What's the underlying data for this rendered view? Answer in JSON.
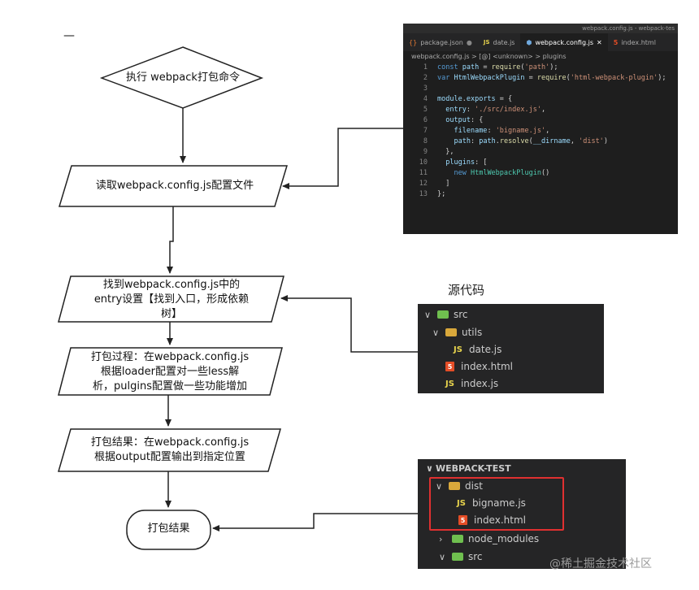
{
  "flow": {
    "start": "执行 webpack打包命令",
    "step1": "读取webpack.config.js配置文件",
    "step2_line1": "找到webpack.config.js中的",
    "step2_line2": "entry设置【找到入口，形成依赖",
    "step2_line3": "树】",
    "step3_line1": "打包过程：在webpack.config.js",
    "step3_line2": "根据loader配置对一些less解",
    "step3_line3": "析，pulgins配置做一些功能增加",
    "step4_line1": "打包结果：在webpack.config.js",
    "step4_line2": "根据output配置输出到指定位置",
    "end": "打包结果"
  },
  "dash": "—",
  "editor": {
    "titlebar": "webpack.config.js - webpack-tes",
    "tabs": [
      {
        "label": "package.json",
        "icon": "json-icon"
      },
      {
        "label": "date.js",
        "icon": "js-icon"
      },
      {
        "label": "webpack.config.js",
        "icon": "config-icon",
        "active": true,
        "close": "✕"
      },
      {
        "label": "index.html",
        "icon": "html-icon"
      }
    ],
    "js_badge": "JS",
    "breadcrumb": "webpack.config.js > [@] <unknown> > plugins",
    "lines": [
      {
        "n": "1",
        "t": "const path = require('path');"
      },
      {
        "n": "2",
        "t": "var HtmlWebpackPlugin = require('html-webpack-plugin');"
      },
      {
        "n": "3",
        "t": ""
      },
      {
        "n": "4",
        "t": "module.exports = {"
      },
      {
        "n": "5",
        "t": "  entry: './src/index.js',"
      },
      {
        "n": "6",
        "t": "  output: {"
      },
      {
        "n": "7",
        "t": "    filename: 'bigname.js',"
      },
      {
        "n": "8",
        "t": "    path: path.resolve(__dirname, 'dist')"
      },
      {
        "n": "9",
        "t": "  },"
      },
      {
        "n": "10",
        "t": "  plugins: ["
      },
      {
        "n": "11",
        "t": "    new HtmlWebpackPlugin()"
      },
      {
        "n": "12",
        "t": "  ]"
      },
      {
        "n": "13",
        "t": "};"
      }
    ]
  },
  "source_caption": "源代码",
  "src_tree": {
    "items": [
      {
        "label": "src",
        "chev": "∨",
        "icon": "folder-icon"
      },
      {
        "label": "utils",
        "chev": "∨",
        "icon": "folder-icon"
      },
      {
        "label": "date.js",
        "icon": "js-icon"
      },
      {
        "label": "index.html",
        "icon": "html-icon"
      },
      {
        "label": "index.js",
        "icon": "js-icon"
      }
    ]
  },
  "project_tree": {
    "header": "WEBPACK-TEST",
    "items": [
      {
        "label": "dist",
        "chev": "∨",
        "icon": "folder-icon"
      },
      {
        "label": "bigname.js",
        "icon": "js-icon"
      },
      {
        "label": "index.html",
        "icon": "html-icon"
      },
      {
        "label": "node_modules",
        "chev": "›",
        "icon": "folder-icon"
      },
      {
        "label": "src",
        "chev": "∨",
        "icon": "folder-icon"
      }
    ],
    "highlight_color": "#e03030"
  },
  "watermark": "@稀土掘金技术社区"
}
